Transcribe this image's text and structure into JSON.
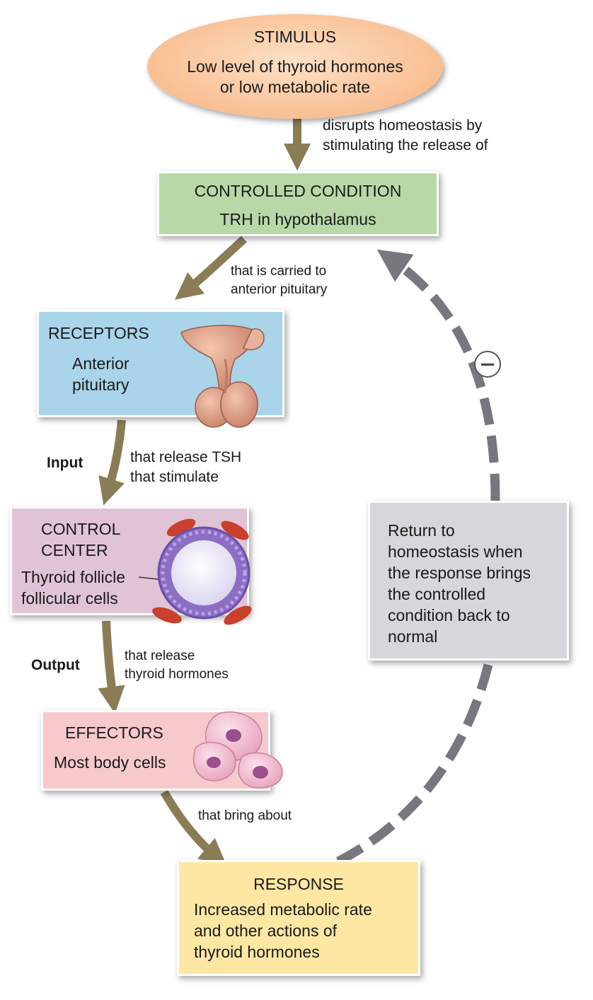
{
  "stimulus": {
    "title": "STIMULUS",
    "line1": "Low level of thyroid hormones",
    "line2": "or low metabolic rate"
  },
  "arrow_labels": {
    "stimulus_to_condition": [
      "disrupts homeostasis by",
      "stimulating the release of"
    ],
    "condition_to_receptors": [
      "that is carried to",
      "anterior pituitary"
    ],
    "receptors_to_center": [
      "that release TSH",
      "that stimulate"
    ],
    "center_to_effectors": [
      "that release",
      "thyroid hormones"
    ],
    "effectors_to_response": "that bring about"
  },
  "side_labels": {
    "input": "Input",
    "output": "Output"
  },
  "controlled_condition": {
    "title": "CONTROLLED CONDITION",
    "body": "TRH in hypothalamus"
  },
  "receptors": {
    "title": "RECEPTORS",
    "line1": "Anterior",
    "line2": "pituitary"
  },
  "control_center": {
    "title1": "CONTROL",
    "title2": "CENTER",
    "line1": "Thyroid follicle",
    "line2": "follicular cells"
  },
  "effectors": {
    "title": "EFFECTORS",
    "body": "Most body cells"
  },
  "response": {
    "title": "RESPONSE",
    "line1": "Increased metabolic rate",
    "line2": "and other actions of",
    "line3": "thyroid hormones"
  },
  "feedback": {
    "lines": [
      "Return to",
      "homeostasis when",
      "the response brings",
      "the controlled",
      "condition back to",
      "normal"
    ],
    "sign": "minus"
  },
  "colors": {
    "stimulus": "#f9bf93",
    "controlled_condition": "#b8d8a8",
    "receptors": "#a9d4e9",
    "control_center": "#e1c3d8",
    "effectors": "#f7c9cc",
    "response": "#fde7a3",
    "feedback_box": "#d6d6dc",
    "arrow": "#8a7d55",
    "dashed_loop": "#77777f"
  }
}
